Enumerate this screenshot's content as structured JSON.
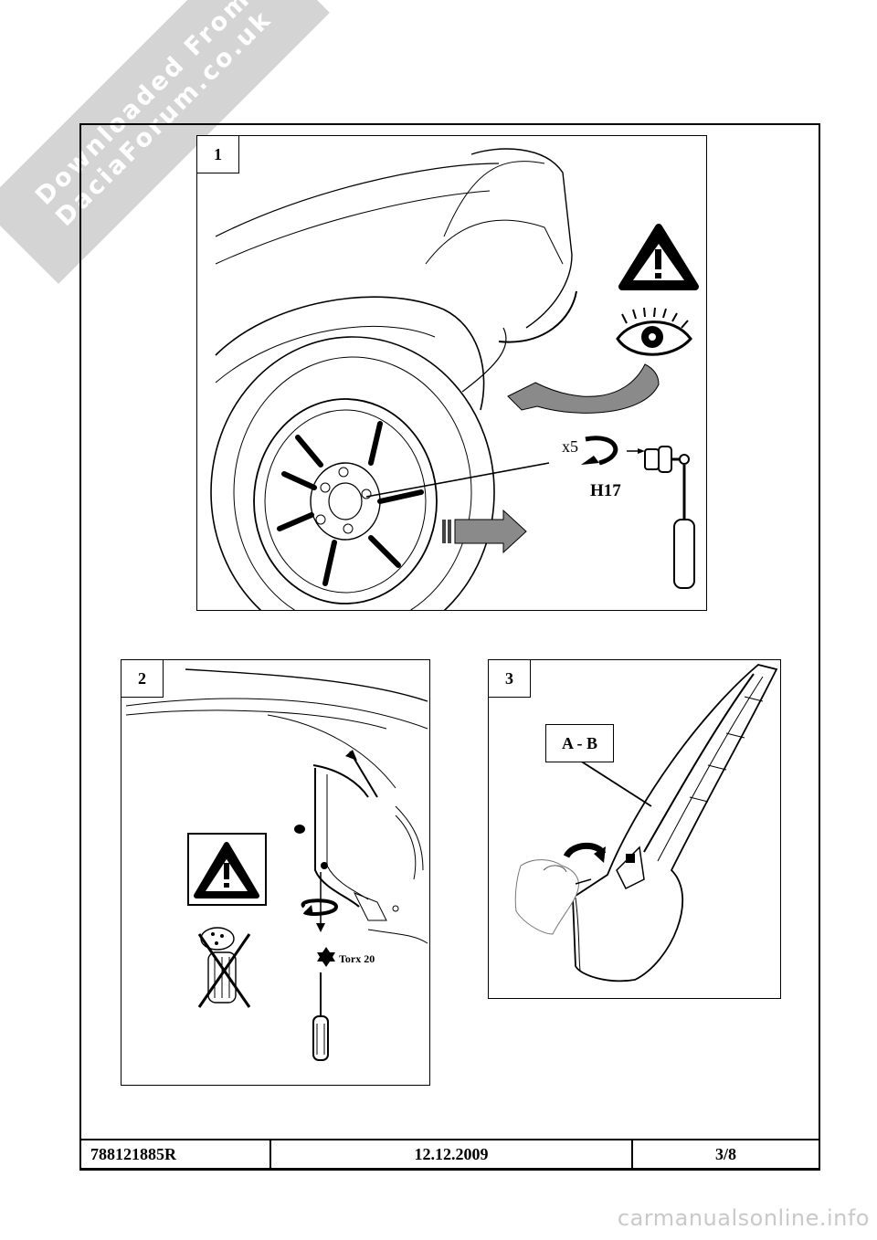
{
  "watermark": {
    "line1": "Downloaded From",
    "line2": "DaciaForum.co.uk"
  },
  "panel1": {
    "step": "1",
    "count_label": "x5",
    "tool_size": "H17"
  },
  "panel2": {
    "step": "2",
    "tool_label": "Torx 20"
  },
  "panel3": {
    "step": "3",
    "callout": "A - B"
  },
  "footer": {
    "part_number": "788121885R",
    "date": "12.12.2009",
    "page": "3/8"
  },
  "site_footer": "carmanualsonline.info"
}
